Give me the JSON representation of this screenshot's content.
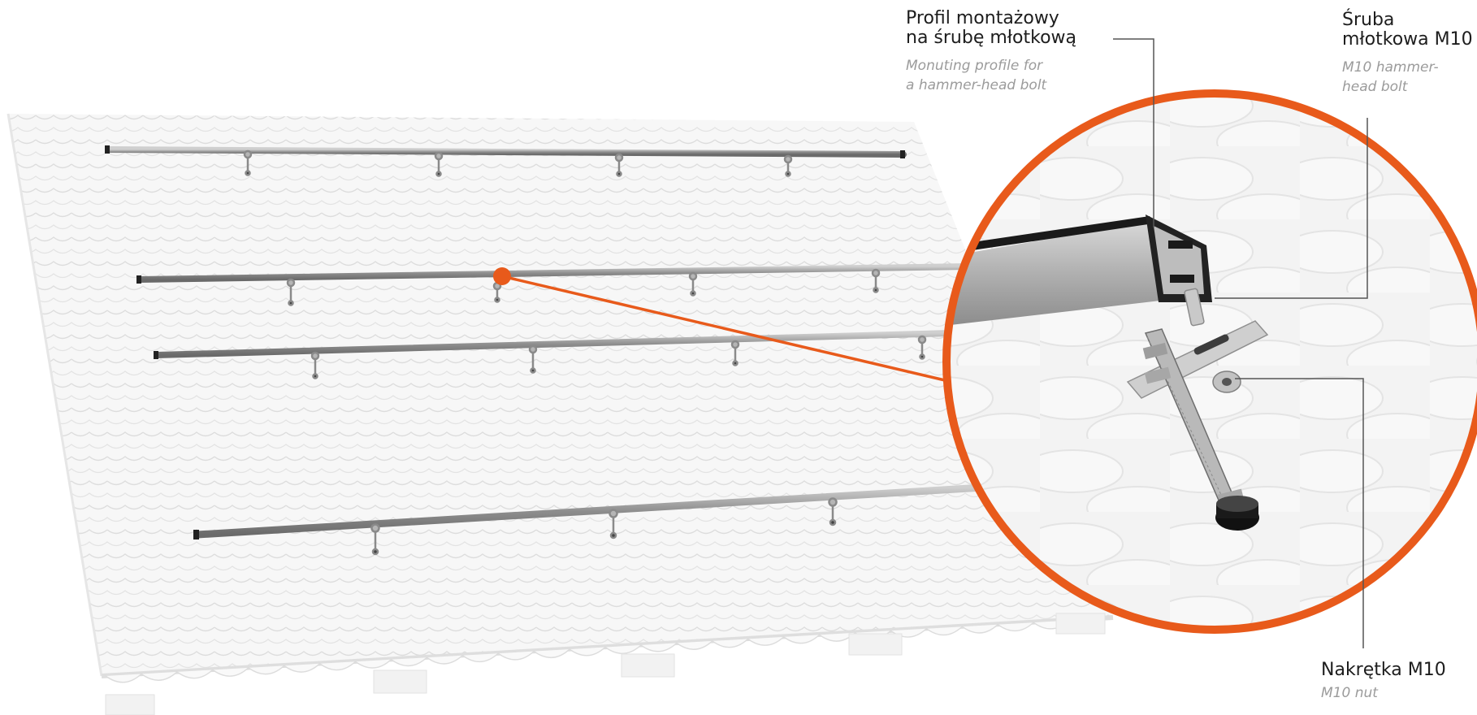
{
  "labels": {
    "profile": {
      "pl": "Profil montażowy\nna śrubę młotkową",
      "en": "Monuting profile for\na hammer-head bolt"
    },
    "bolt": {
      "pl": "Śruba\nmłotkowa M10",
      "en": "M10 hammer-\nhead bolt"
    },
    "nut": {
      "pl": "Nakrętka M10",
      "en": "M10 nut"
    }
  },
  "icons": {
    "detail_lens": "magnified-detail-circle",
    "callout_marker": "callout-dot-marker",
    "roof": "roof-tile-surface",
    "rails": "mounting-rail",
    "hook": "hammer-head-bolt-icon",
    "nut": "m10-nut-icon"
  },
  "colors": {
    "accent": "#e85a1b",
    "roof": "#f6f6f6",
    "tile_line": "#dcdcdc",
    "rail": "#9a9a9a",
    "leader_line": "#5a5a5a"
  }
}
